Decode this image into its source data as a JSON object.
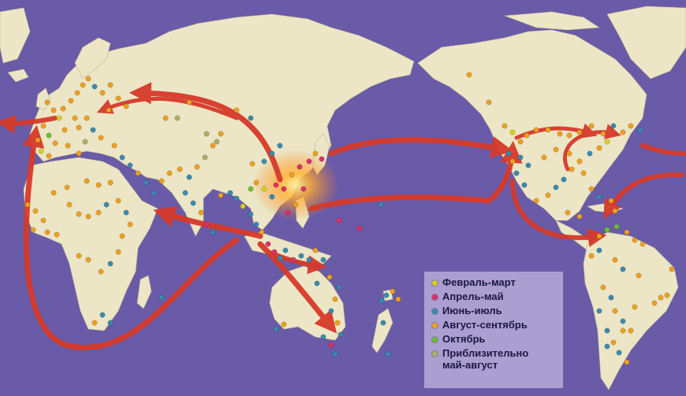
{
  "map": {
    "colors": {
      "ocean": "#6a5ba8",
      "land": "#ece6c6",
      "arrow": "#d63a2a",
      "glow": "#ffb030"
    },
    "legend": {
      "items": [
        {
          "label": "Февраль-март",
          "color": "#d8d020"
        },
        {
          "label": "Апрель-май",
          "color": "#e0306a"
        },
        {
          "label": "Июнь-июль",
          "color": "#3a8ab0"
        },
        {
          "label": "Август-сентябрь",
          "color": "#f0a020"
        },
        {
          "label": "Октябрь",
          "color": "#6cc030"
        },
        {
          "label": "Приблизительно\nмай-август",
          "color": "#a8b068"
        }
      ]
    }
  }
}
